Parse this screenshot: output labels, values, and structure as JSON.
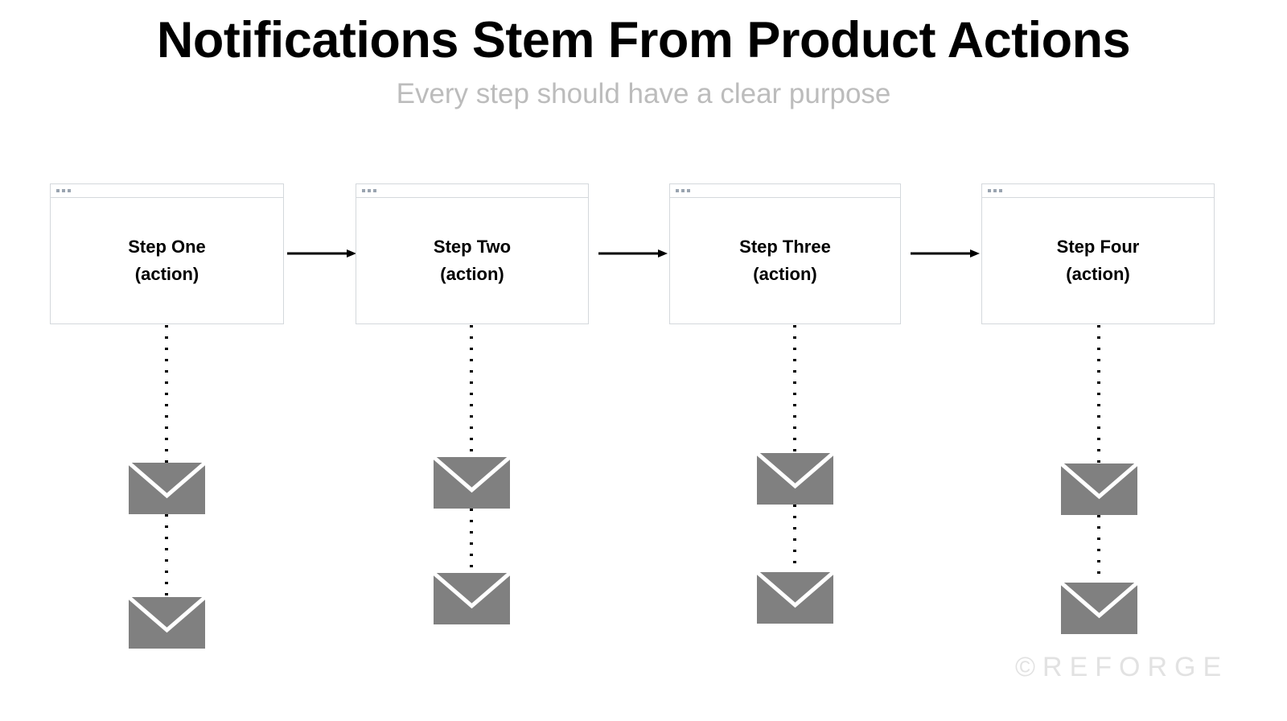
{
  "header": {
    "title": "Notifications Stem From Product Actions",
    "subtitle": "Every step should have a clear purpose"
  },
  "colors": {
    "envelope_gray": "#808080",
    "card_border": "#d4d8dc",
    "titlebar_dot": "#9aa4b0",
    "subtitle_gray": "#bcbcbc",
    "watermark_gray": "#e2e2e2",
    "arrow_black": "#000000"
  },
  "flow": {
    "steps": [
      {
        "label": "Step One",
        "sublabel": "(action)",
        "window_dots": [
          "dot",
          "dot",
          "dot"
        ],
        "notifications": [
          "envelope",
          "envelope"
        ]
      },
      {
        "label": "Step Two",
        "sublabel": "(action)",
        "window_dots": [
          "dot",
          "dot",
          "dot"
        ],
        "notifications": [
          "envelope",
          "envelope"
        ]
      },
      {
        "label": "Step Three",
        "sublabel": "(action)",
        "window_dots": [
          "dot",
          "dot",
          "dot"
        ],
        "notifications": [
          "envelope",
          "envelope"
        ]
      },
      {
        "label": "Step Four",
        "sublabel": "(action)",
        "window_dots": [
          "dot",
          "dot",
          "dot"
        ],
        "notifications": [
          "envelope",
          "envelope"
        ]
      }
    ],
    "connectors": [
      "arrow-right",
      "arrow-right",
      "arrow-right"
    ]
  },
  "watermark": {
    "text": "©REFORGE"
  }
}
